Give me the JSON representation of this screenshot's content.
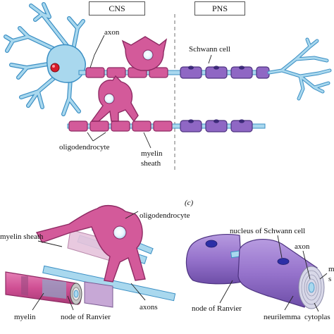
{
  "headers": {
    "cns": "CNS",
    "pns": "PNS"
  },
  "top_labels": {
    "axon": "axon",
    "schwann_cell": "Schwann cell",
    "oligodendrocyte": "oligodendrocyte",
    "myelin": "myelin",
    "sheath": "sheath"
  },
  "panel_label": "(c)",
  "cns_detail_labels": {
    "oligodendrocyte": "oligodendrocyte",
    "myelin_sheath": "myelin sheath",
    "myelin": "myelin",
    "node_of_ranvier": "node of Ranvier",
    "axons": "axons"
  },
  "pns_detail_labels": {
    "nucleus_of_schwann_cell": "nucleus of Schwann cell",
    "axon": "axon",
    "node_of_ranvier": "node of Ranvier",
    "neurilemma": "neurilemma",
    "cytoplasm": "cytoplas",
    "myelin_cut_1": "m",
    "myelin_cut_2": "s"
  },
  "colors": {
    "neuron_blue": "#a9d8ee",
    "neuron_outline": "#3b8fc4",
    "oligo_pink": "#d35a9a",
    "oligo_outline": "#8e2a63",
    "schwann_purple": "#8f67c4",
    "schwann_outline": "#4d3380",
    "nucleus_red": "#d81b2a",
    "divider": "#888888"
  }
}
